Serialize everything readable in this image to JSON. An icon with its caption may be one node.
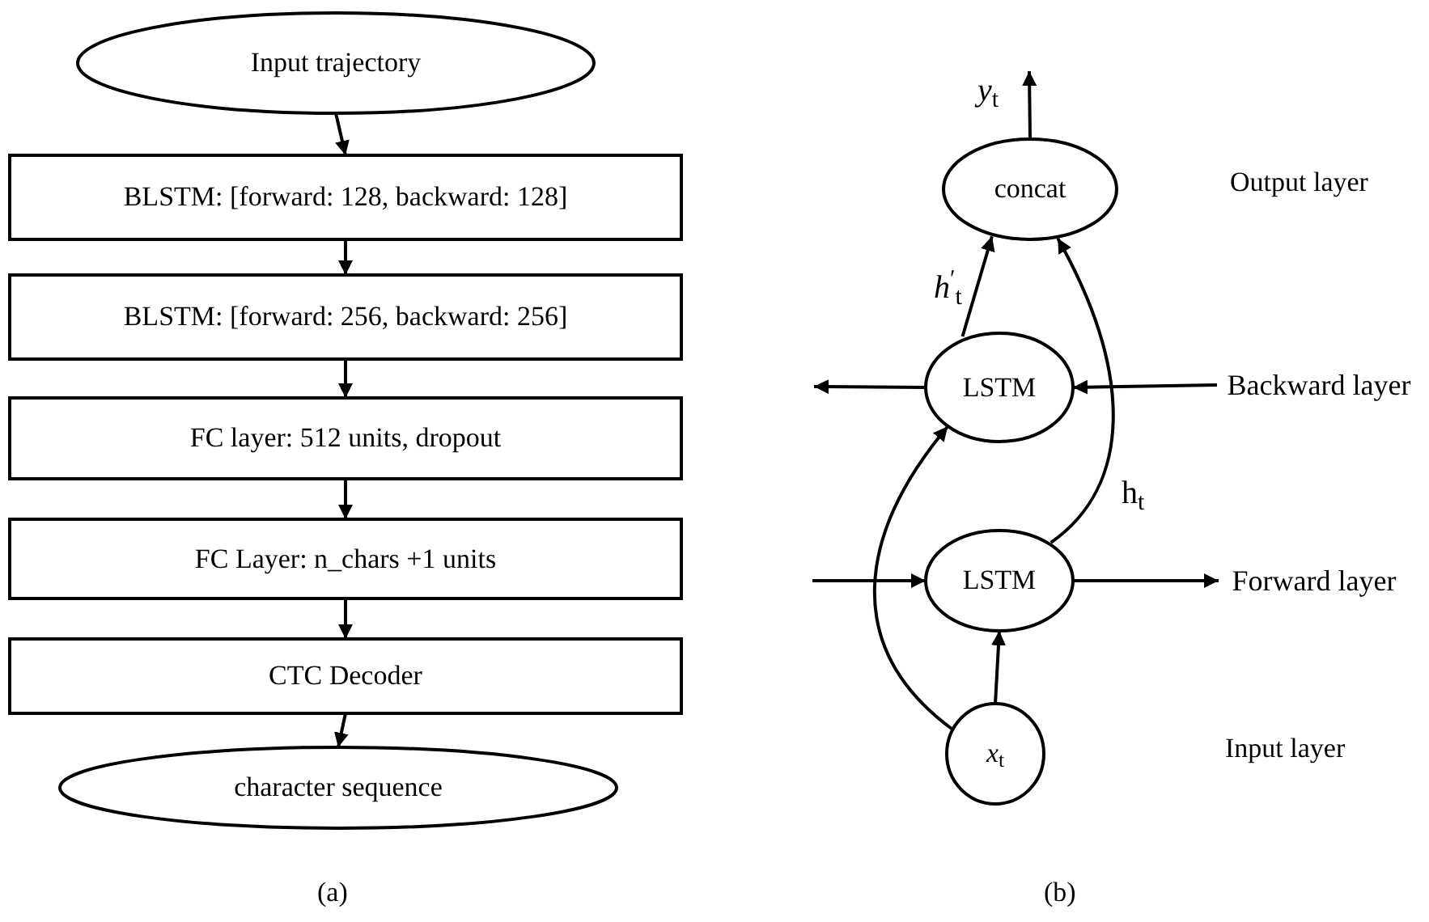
{
  "diagram": {
    "nodes": [
      {
        "text": [
          "Input trajectory"
        ]
      },
      {
        "text": [
          "BLSTM: [forward: 128, backward: 128]"
        ]
      },
      {
        "text": [
          "BLSTM: [forward: 256, backward: 256]"
        ]
      },
      {
        "text": [
          "FC layer: 512 units, dropout"
        ]
      },
      {
        "text": [
          "FC Layer: n_chars +1 units"
        ]
      },
      {
        "text": [
          "CTC Decoder"
        ]
      },
      {
        "text": [
          "character sequence"
        ]
      },
      {
        "text": [
          "concat"
        ]
      },
      {
        "text": [
          "LSTM"
        ]
      },
      {
        "text": [
          "LSTM"
        ]
      },
      {
        "text": [
          "*x*$_{t}$"
        ]
      },
      {
        "text": [
          "Backward layer"
        ]
      },
      {
        "text": [
          "Forward layer"
        ]
      }
    ],
    "edges": [
      {
        "from": 0,
        "to": 1,
        "arrow": "to"
      },
      {
        "from": 1,
        "to": 2,
        "arrow": "to"
      },
      {
        "from": 2,
        "to": 3,
        "arrow": "to"
      },
      {
        "from": 3,
        "to": 4,
        "arrow": "to"
      },
      {
        "from": 4,
        "to": 5,
        "arrow": "to"
      },
      {
        "from": 5,
        "to": 6,
        "arrow": "to"
      },
      {
        "from": 7,
        "to": null,
        "arrow": "to",
        "label": "*y*$_{t}$"
      },
      {
        "from": 8,
        "to": 7,
        "arrow": "to",
        "label": "*h*$^{′}$$_{t}$"
      },
      {
        "from": 9,
        "to": 7,
        "arrow": "to",
        "label": "h$_{t}$"
      },
      {
        "from": 11,
        "to": 8,
        "arrow": "to"
      },
      {
        "from": 8,
        "to": null,
        "arrow": "to"
      },
      {
        "from": null,
        "to": 9,
        "arrow": "to"
      },
      {
        "from": 9,
        "to": 12,
        "arrow": "to"
      },
      {
        "from": 10,
        "to": 9,
        "arrow": "to"
      },
      {
        "from": 10,
        "to": 8,
        "arrow": "to"
      }
    ],
    "labels": [
      "Output layer",
      "Input layer",
      "(a)",
      "(b)"
    ]
  }
}
